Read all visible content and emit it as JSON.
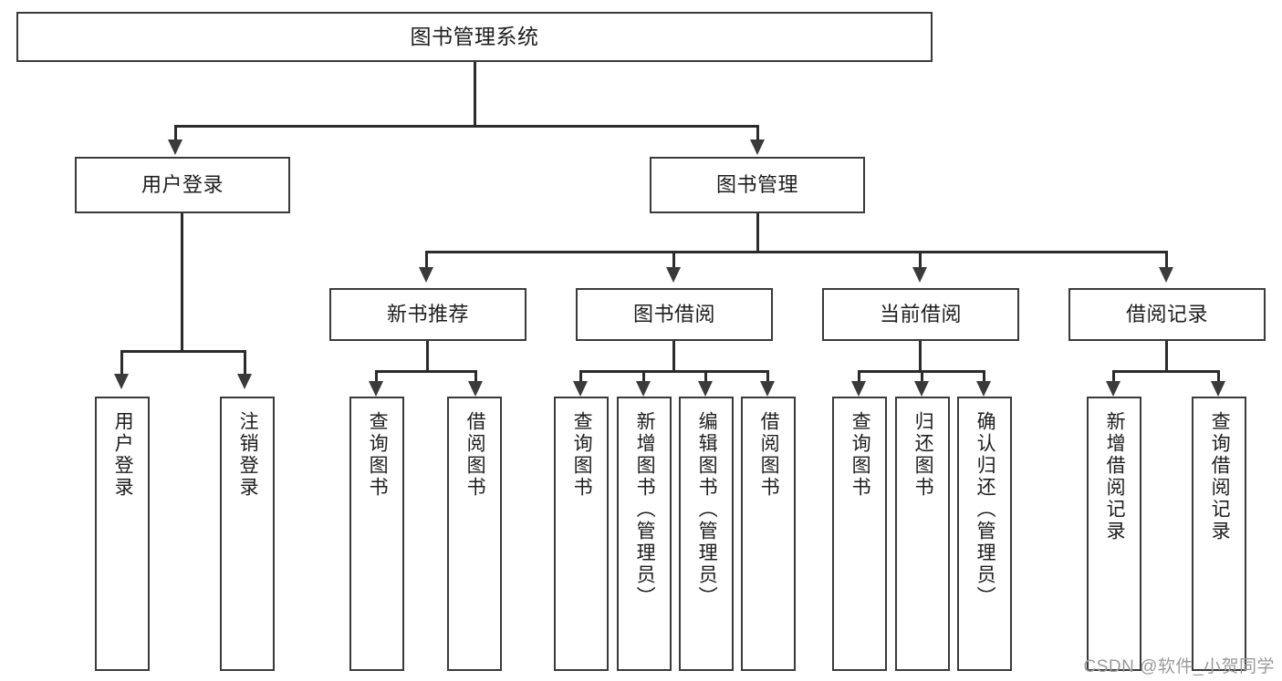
{
  "diagram": {
    "title": "图书管理系统",
    "type": "tree-hierarchy-chart",
    "colors": {
      "box_border": "#3a3a3a",
      "connector": "#2b2b2b",
      "background": "#ffffff",
      "text": "#1d1d1d",
      "watermark": "#9a9a9a"
    },
    "nodes": {
      "root": {
        "label": "图书管理系统"
      },
      "level2": [
        {
          "id": "user-login",
          "label": "用户登录"
        },
        {
          "id": "book-management",
          "label": "图书管理"
        }
      ],
      "level3": [
        {
          "id": "new-book-recommend",
          "label": "新书推荐"
        },
        {
          "id": "book-borrow",
          "label": "图书借阅"
        },
        {
          "id": "current-borrow",
          "label": "当前借阅"
        },
        {
          "id": "borrow-record",
          "label": "借阅记录"
        }
      ],
      "leaves": {
        "user-login": [
          {
            "id": "leaf-user-login",
            "label": "用户登录"
          },
          {
            "id": "leaf-logout",
            "label": "注销登录"
          }
        ],
        "new-book-recommend": [
          {
            "id": "leaf-query-book-1",
            "label": "查询图书"
          },
          {
            "id": "leaf-borrow-book-1",
            "label": "借阅图书"
          }
        ],
        "book-borrow": [
          {
            "id": "leaf-query-book-2",
            "label": "查询图书"
          },
          {
            "id": "leaf-add-book",
            "label": "新增图书（管理员）"
          },
          {
            "id": "leaf-edit-book",
            "label": "编辑图书（管理员）"
          },
          {
            "id": "leaf-borrow-book-2",
            "label": "借阅图书"
          }
        ],
        "current-borrow": [
          {
            "id": "leaf-query-book-3",
            "label": "查询图书"
          },
          {
            "id": "leaf-return-book",
            "label": "归还图书"
          },
          {
            "id": "leaf-confirm-return",
            "label": "确认归还（管理员）"
          }
        ],
        "borrow-record": [
          {
            "id": "leaf-add-record",
            "label": "新增借阅记录"
          },
          {
            "id": "leaf-query-record",
            "label": "查询借阅记录"
          }
        ]
      }
    },
    "watermark": "CSDN @软件_小贺同学"
  }
}
